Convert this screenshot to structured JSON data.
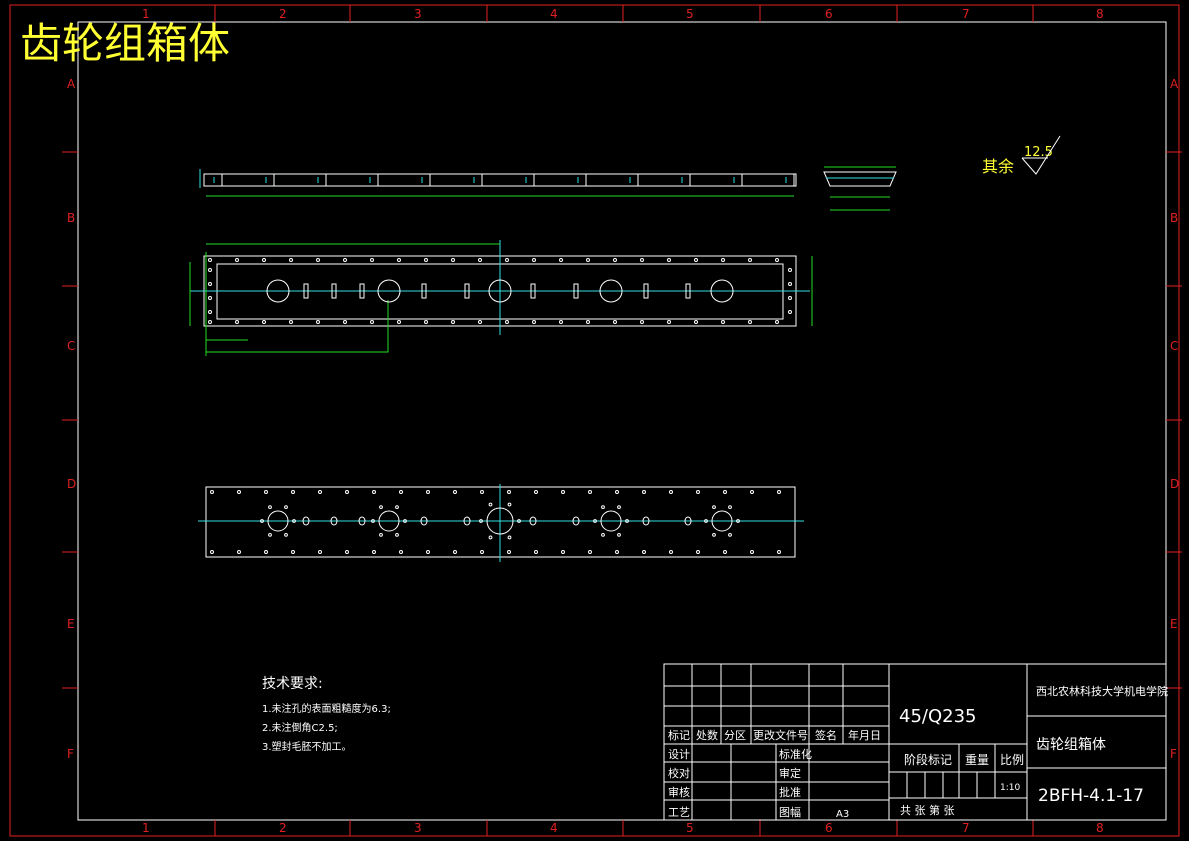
{
  "title": "齿轮组箱体",
  "roughness": {
    "label": "其余",
    "value": "12.5"
  },
  "border": {
    "cols": [
      "1",
      "2",
      "3",
      "4",
      "5",
      "6",
      "7",
      "8"
    ],
    "rows": [
      "A",
      "B",
      "C",
      "D",
      "E",
      "F"
    ]
  },
  "tech_requirements": {
    "heading": "技术要求:",
    "items": [
      "1.未注孔的表面粗糙度为6.3;",
      "2.未注倒角C2.5;",
      "3.塑封毛胚不加工。"
    ]
  },
  "title_block": {
    "rev_headers": [
      "标记",
      "处数",
      "分区",
      "更改文件号",
      "签名",
      "年月日"
    ],
    "left_rows": [
      "设计",
      "校对",
      "审核",
      "工艺"
    ],
    "mid_rows": [
      "标准化",
      "审定",
      "批准",
      "图幅"
    ],
    "sheet_size": "A3",
    "material": "45/Q235",
    "stage_label": "阶段标记",
    "weight_label": "重量",
    "scale_label": "比例",
    "scale_value": "1:10",
    "sheet_text": "共    张  第    张",
    "school": "西北农林科技大学机电学院",
    "part_name": "齿轮组箱体",
    "drawing_no": "2BFH-4.1-17"
  }
}
